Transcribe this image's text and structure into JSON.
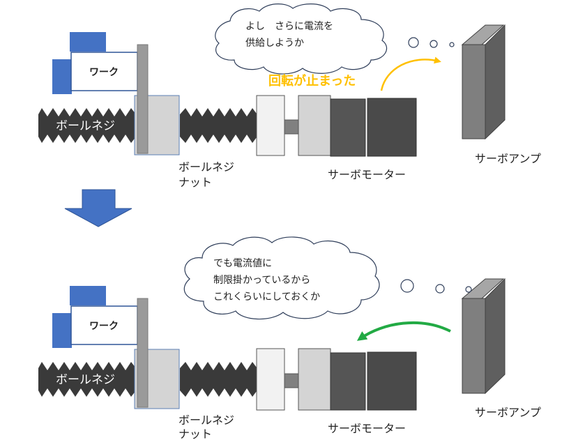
{
  "colors": {
    "screw": "#3a3a3a",
    "nut": "#d4d4d4",
    "plate": "#9a9a9a",
    "work_blue": "#4472c4",
    "motor_dark": "#555555",
    "motor_darker": "#4a4a4a",
    "amp_front": "#7f7f7f",
    "amp_side": "#5f5f5f",
    "arrow_yellow": "#ffc000",
    "arrow_green": "#22aa44",
    "down_arrow": "#4472c4"
  },
  "top": {
    "work_label": "ワーク",
    "ballscrew_label": "ボールネジ",
    "nut_label_line1": "ボールネジ",
    "nut_label_line2": "ナット",
    "motor_label": "サーボモーター",
    "amp_label": "サーボアンプ",
    "status_text": "回転が止まった",
    "thought_line1": "よし　さらに電流を",
    "thought_line2": "供給しようか",
    "arrow_icon": "curved-arrow-yellow"
  },
  "bottom": {
    "work_label": "ワーク",
    "ballscrew_label": "ボールネジ",
    "nut_label_line1": "ボールネジ",
    "nut_label_line2": "ナット",
    "motor_label": "サーボモーター",
    "amp_label": "サーボアンプ",
    "thought_line1": "でも電流値に",
    "thought_line2": "制限掛かっているから",
    "thought_line3": "これくらいにしておくか",
    "arrow_icon": "curved-arrow-green"
  },
  "transition_icon": "down-arrow"
}
